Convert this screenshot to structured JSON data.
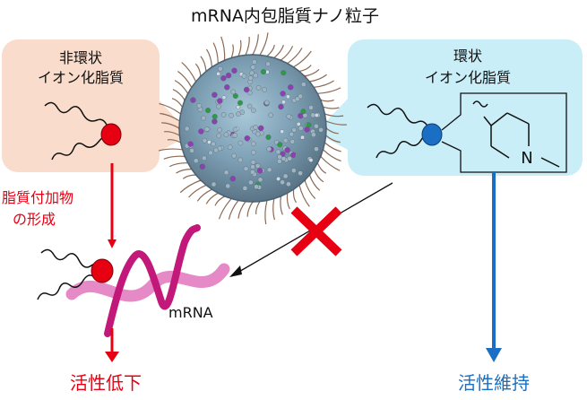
{
  "title": "mRNA内包脂質ナノ粒子",
  "left_box": {
    "line1": "非環状",
    "line2": "イオン化脂質",
    "color": "#f9dccb"
  },
  "right_box": {
    "line1": "環状",
    "line2": "イオン化脂質",
    "color": "#c9eef8"
  },
  "adduct_label": {
    "line1": "脂質付加物",
    "line2": "の形成"
  },
  "mrna_label": "mRNA",
  "nitrogen_symbol": "N",
  "result_left": "活性低下",
  "result_right": "活性維持",
  "colors": {
    "red": "#e60012",
    "blue": "#1a6fc4",
    "mrna_dark": "#c2187a",
    "mrna_light": "#e58ac6",
    "head_red": "#d9111b",
    "head_blue": "#1b74d0"
  },
  "icons": {
    "nanoparticle": "lipid-nanoparticle-icon",
    "cross": "x-mark-icon"
  }
}
